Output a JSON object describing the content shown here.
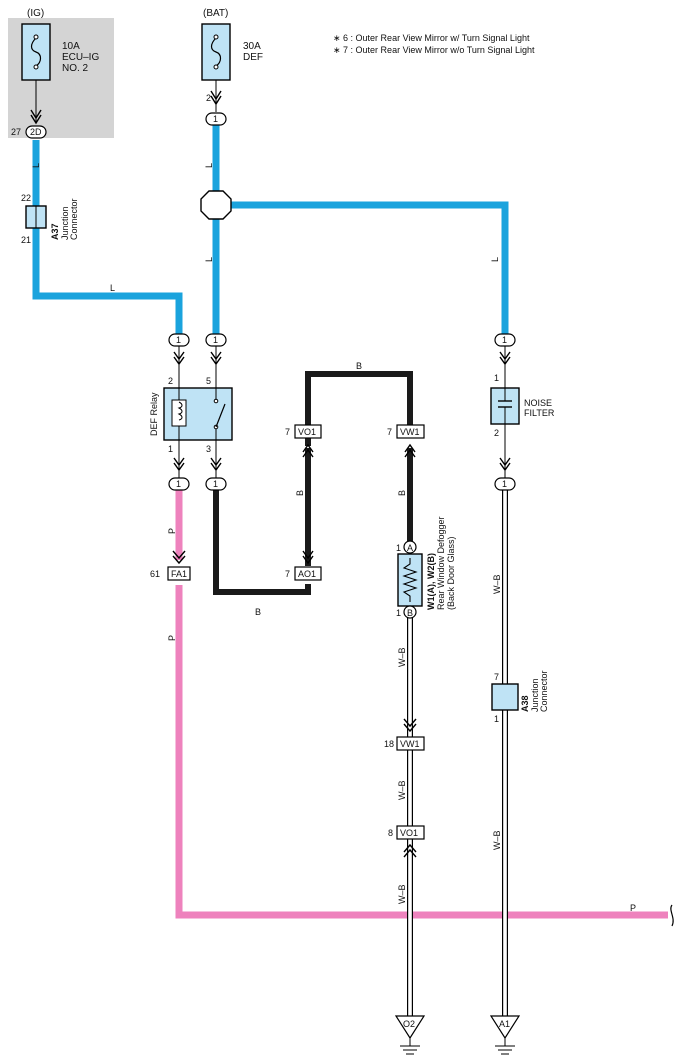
{
  "sources": {
    "ig": "(IG)",
    "bat": "(BAT)"
  },
  "notes": [
    "∗ 6 : Outer Rear View Mirror w/ Turn Signal Light",
    "∗ 7 : Outer Rear View Mirror w/o Turn Signal Light"
  ],
  "fuses": {
    "ecu_ig": {
      "line1": "10A",
      "line2": "ECU–IG",
      "line3": "NO. 2"
    },
    "def": {
      "line1": "30A",
      "line2": "DEF"
    }
  },
  "components": {
    "a37": {
      "code": "A37",
      "line1": "Junction",
      "line2": "Connector",
      "pin_top": "22",
      "pin_bottom": "21"
    },
    "a38": {
      "code": "A38",
      "line1": "Junction",
      "line2": "Connector",
      "pin_top": "7",
      "pin_bottom": "1"
    },
    "def_relay": {
      "name": "DEF Relay",
      "pin2": "2",
      "pin5": "5",
      "pin1": "1",
      "pin3": "3"
    },
    "noise_filter": {
      "line1": "NOISE",
      "line2": "FILTER",
      "pin_top": "1",
      "pin_bottom": "2"
    },
    "defogger": {
      "code": "W1(A), W2(B)",
      "line1": "Rear Window Defogger",
      "line2": "(Back Door Glass)",
      "pin_a": "A",
      "pin_b": "B",
      "pin_top": "1",
      "pin_bottom": "1"
    }
  },
  "connectors": {
    "c2d": {
      "pin": "27",
      "label": "2D"
    },
    "vo1_top": {
      "pin": "7",
      "label": "VO1"
    },
    "vw1_top": {
      "pin": "7",
      "label": "VW1"
    },
    "ao1": {
      "pin": "7",
      "label": "AO1"
    },
    "fa1": {
      "pin": "61",
      "label": "FA1"
    },
    "vw1_low": {
      "pin": "18",
      "label": "VW1"
    },
    "vo1_low": {
      "pin": "8",
      "label": "VO1"
    },
    "one": "1",
    "bat_fuse_pin": "2"
  },
  "wire_colors": {
    "l": "L",
    "b": "B",
    "p": "P",
    "wb": "W–B"
  },
  "grounds": {
    "o2": "O2",
    "a1": "A1"
  },
  "colors": {
    "blue_wire": "#1aa3dd",
    "pink_wire": "#ee82bd",
    "component_fill": "#bfe3f5",
    "ig_background": "#d4d4d4"
  }
}
